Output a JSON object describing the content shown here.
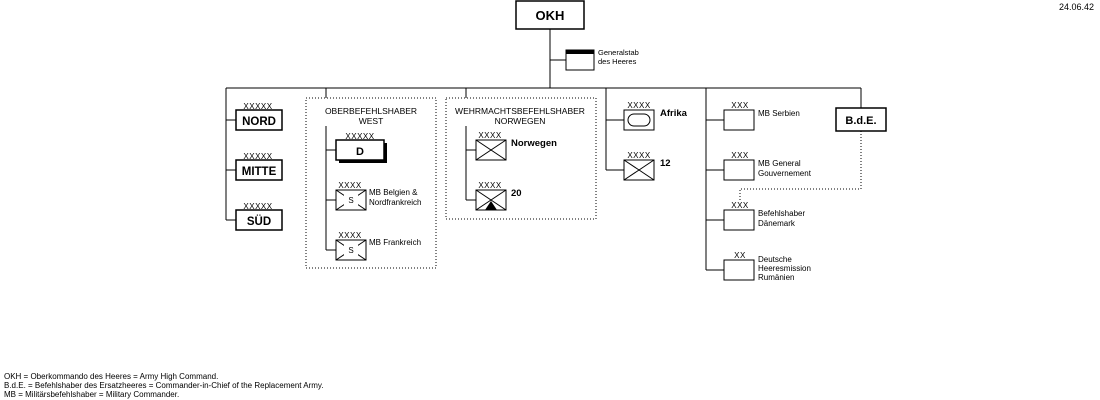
{
  "date": "24.06.42",
  "root": {
    "label": "OKH"
  },
  "staff": {
    "label_line1": "Generalstab",
    "label_line2": "des Heeres"
  },
  "army_groups": [
    {
      "marks": "XXXXX",
      "label": "NORD"
    },
    {
      "marks": "XXXXX",
      "label": "MITTE"
    },
    {
      "marks": "XXXXX",
      "label": "SÜD"
    }
  ],
  "west": {
    "title_line1": "OBERBEFEHLSHABER",
    "title_line2": "WEST",
    "d_group": {
      "marks": "XXXXX",
      "label": "D"
    },
    "units": [
      {
        "marks": "XXXX",
        "symbol": "S",
        "label_line1": "MB Belgien  &",
        "label_line2": "Nordfrankreich"
      },
      {
        "marks": "XXXX",
        "symbol": "S",
        "label_line1": "MB Frankreich",
        "label_line2": ""
      }
    ]
  },
  "norway": {
    "title_line1": "WEHRMACHTSBEFEHLSHABER",
    "title_line2": "NORWEGEN",
    "units": [
      {
        "marks": "XXXX",
        "label": "Norwegen"
      },
      {
        "marks": "XXXX",
        "label": "20"
      }
    ]
  },
  "armies": [
    {
      "marks": "XXXX",
      "label": "Afrika"
    },
    {
      "marks": "XXXX",
      "label": "12"
    }
  ],
  "bde": {
    "label": "B.d.E."
  },
  "commanders": [
    {
      "marks": "XXX",
      "label_line1": "MB Serbien",
      "label_line2": "",
      "label_line3": ""
    },
    {
      "marks": "XXX",
      "label_line1": "MB General",
      "label_line2": "Gouvernement",
      "label_line3": ""
    },
    {
      "marks": "XXX",
      "label_line1": "Befehlshaber",
      "label_line2": "Dänemark",
      "label_line3": ""
    },
    {
      "marks": "XX",
      "label_line1": "Deutsche",
      "label_line2": "Heeresmission",
      "label_line3": "Rumänien"
    }
  ],
  "notes": [
    "OKH = Oberkommando des Heeres = Army High Command.",
    "B.d.E. = Befehlshaber des Ersatzheeres = Commander-in-Chief of the Replacement Army.",
    "MB = Militärsbefehlshaber = Military Commander."
  ]
}
